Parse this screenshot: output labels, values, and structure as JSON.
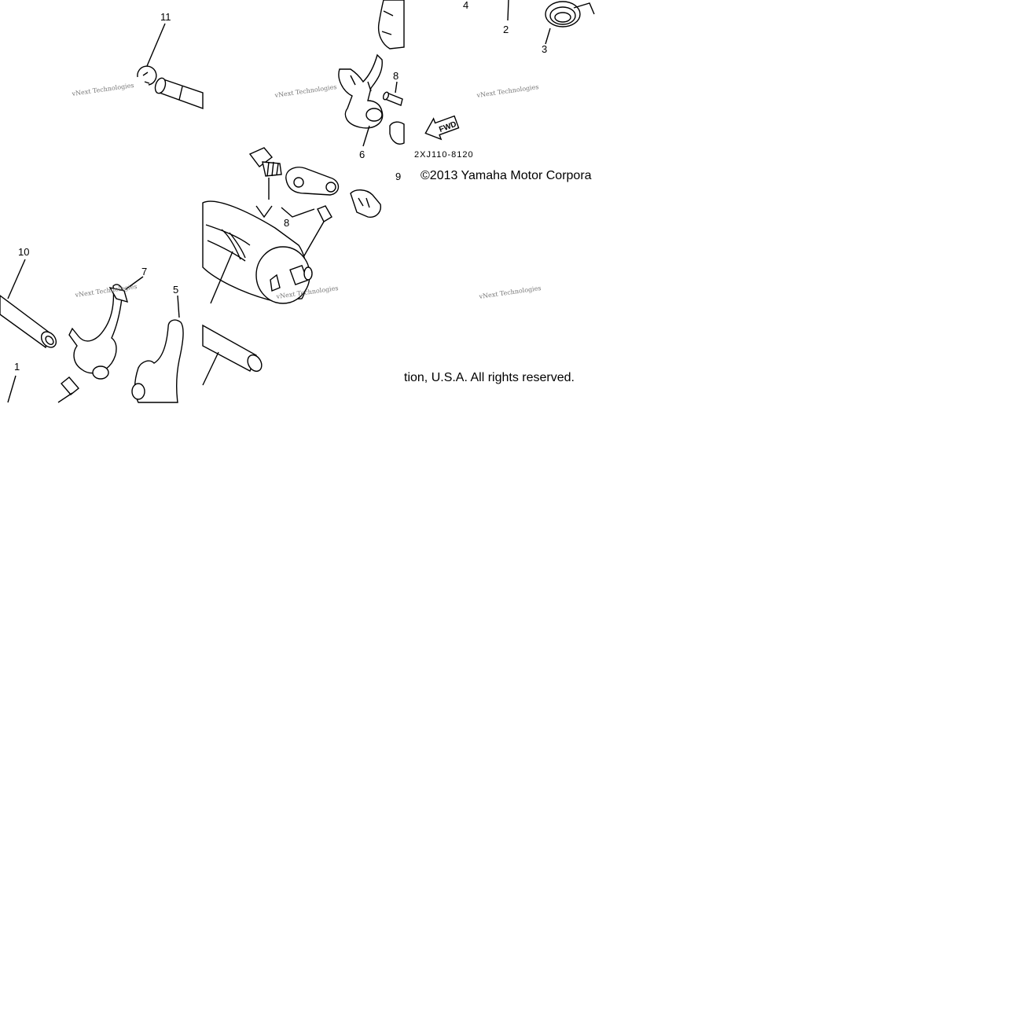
{
  "diagram": {
    "part_number_code": "2XJ110-8120",
    "copyright_line1": "©2013 Yamaha Motor Corpora",
    "copyright_line2": "tion, U.S.A. All rights reserved.",
    "watermark_text": "vNext Technologies",
    "direction_arrow_label": "FWD",
    "callouts": {
      "c1": "1",
      "c2": "2",
      "c3": "3",
      "c4": "4",
      "c5": "5",
      "c6": "6",
      "c7": "7",
      "c8a": "8",
      "c8b": "8",
      "c9": "9",
      "c10": "10",
      "c11": "11"
    }
  }
}
